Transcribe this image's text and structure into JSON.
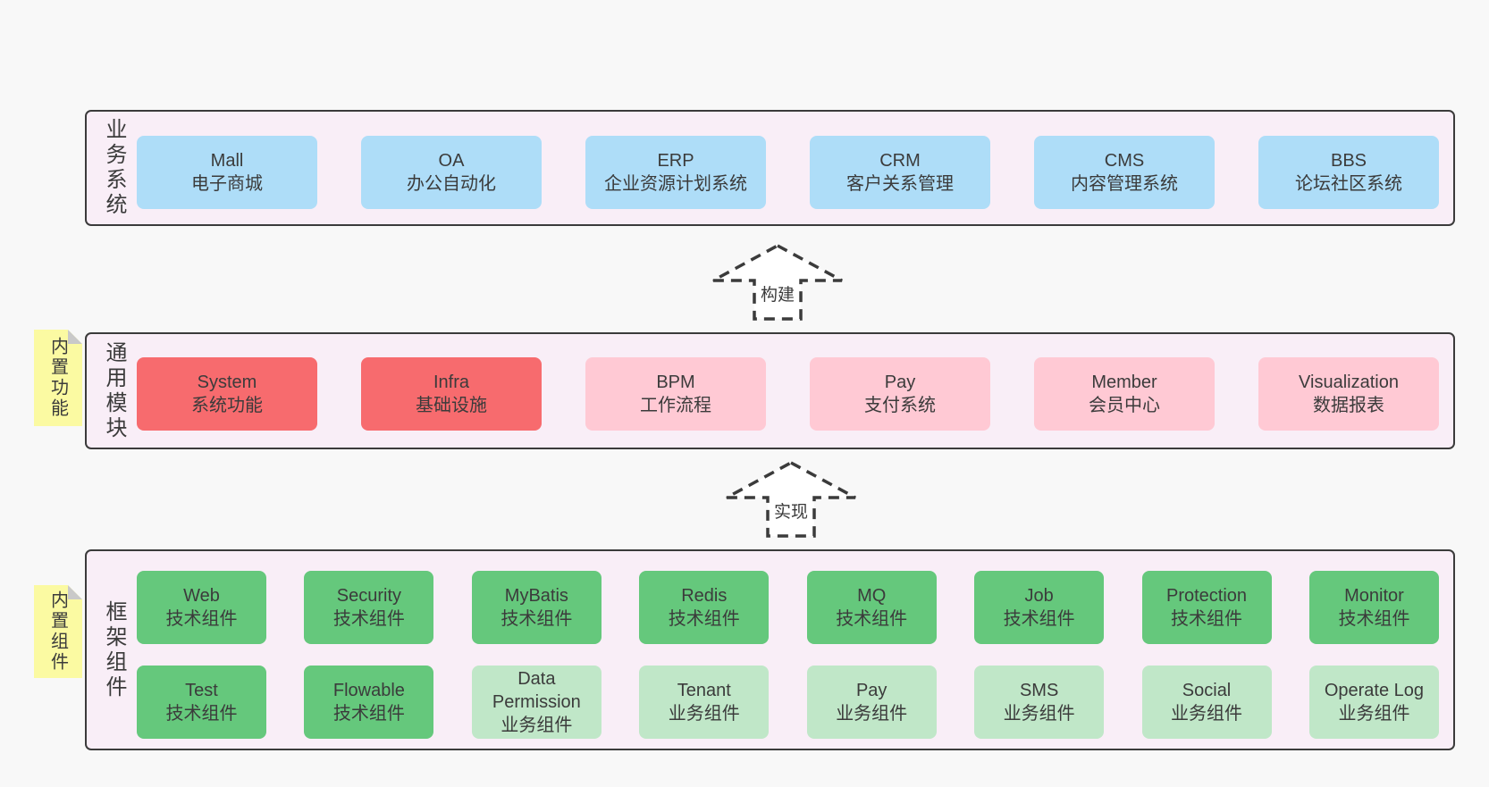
{
  "diagram": {
    "sections": {
      "business": {
        "side_label": "业务系统",
        "boxes": [
          {
            "title": "Mall",
            "subtitle": "电子商城",
            "variant": "blue"
          },
          {
            "title": "OA",
            "subtitle": "办公自动化",
            "variant": "blue"
          },
          {
            "title": "ERP",
            "subtitle": "企业资源计划系统",
            "variant": "blue"
          },
          {
            "title": "CRM",
            "subtitle": "客户关系管理",
            "variant": "blue"
          },
          {
            "title": "CMS",
            "subtitle": "内容管理系统",
            "variant": "blue"
          },
          {
            "title": "BBS",
            "subtitle": "论坛社区系统",
            "variant": "blue"
          }
        ]
      },
      "modules": {
        "side_label": "通用模块",
        "note_label": "内置功能",
        "boxes": [
          {
            "title": "System",
            "subtitle": "系统功能",
            "variant": "red"
          },
          {
            "title": "Infra",
            "subtitle": "基础设施",
            "variant": "red"
          },
          {
            "title": "BPM",
            "subtitle": "工作流程",
            "variant": "pink"
          },
          {
            "title": "Pay",
            "subtitle": "支付系统",
            "variant": "pink"
          },
          {
            "title": "Member",
            "subtitle": "会员中心",
            "variant": "pink"
          },
          {
            "title": "Visualization",
            "subtitle": "数据报表",
            "variant": "pink"
          }
        ]
      },
      "components": {
        "side_label": "框架组件",
        "note_label": "内置组件",
        "rows": [
          [
            {
              "title": "Web",
              "subtitle": "技术组件",
              "variant": "green"
            },
            {
              "title": "Security",
              "subtitle": "技术组件",
              "variant": "green"
            },
            {
              "title": "MyBatis",
              "subtitle": "技术组件",
              "variant": "green"
            },
            {
              "title": "Redis",
              "subtitle": "技术组件",
              "variant": "green"
            },
            {
              "title": "MQ",
              "subtitle": "技术组件",
              "variant": "green"
            },
            {
              "title": "Job",
              "subtitle": "技术组件",
              "variant": "green"
            },
            {
              "title": "Protection",
              "subtitle": "技术组件",
              "variant": "green"
            },
            {
              "title": "Monitor",
              "subtitle": "技术组件",
              "variant": "green"
            }
          ],
          [
            {
              "title": "Test",
              "subtitle": "技术组件",
              "variant": "green"
            },
            {
              "title": "Flowable",
              "subtitle": "技术组件",
              "variant": "green"
            },
            {
              "title": "Data Permission",
              "subtitle": "业务组件",
              "variant": "lightgreen"
            },
            {
              "title": "Tenant",
              "subtitle": "业务组件",
              "variant": "lightgreen"
            },
            {
              "title": "Pay",
              "subtitle": "业务组件",
              "variant": "lightgreen"
            },
            {
              "title": "SMS",
              "subtitle": "业务组件",
              "variant": "lightgreen"
            },
            {
              "title": "Social",
              "subtitle": "业务组件",
              "variant": "lightgreen"
            },
            {
              "title": "Operate Log",
              "subtitle": "业务组件",
              "variant": "lightgreen"
            }
          ]
        ]
      }
    },
    "arrows": [
      {
        "label": "构建"
      },
      {
        "label": "实现"
      }
    ],
    "colors": {
      "page_bg": "#f8f8f8",
      "container_bg": "#f9eef7",
      "container_border": "#3b3b3b",
      "blue": "#aeddf8",
      "red": "#f76b6e",
      "pink": "#ffc9d4",
      "green": "#65c87c",
      "lightgreen": "#c0e7c8",
      "note_yellow": "#fbfaa2",
      "note_fold": "#c9c9c9",
      "text": "#3b3b3b"
    }
  }
}
